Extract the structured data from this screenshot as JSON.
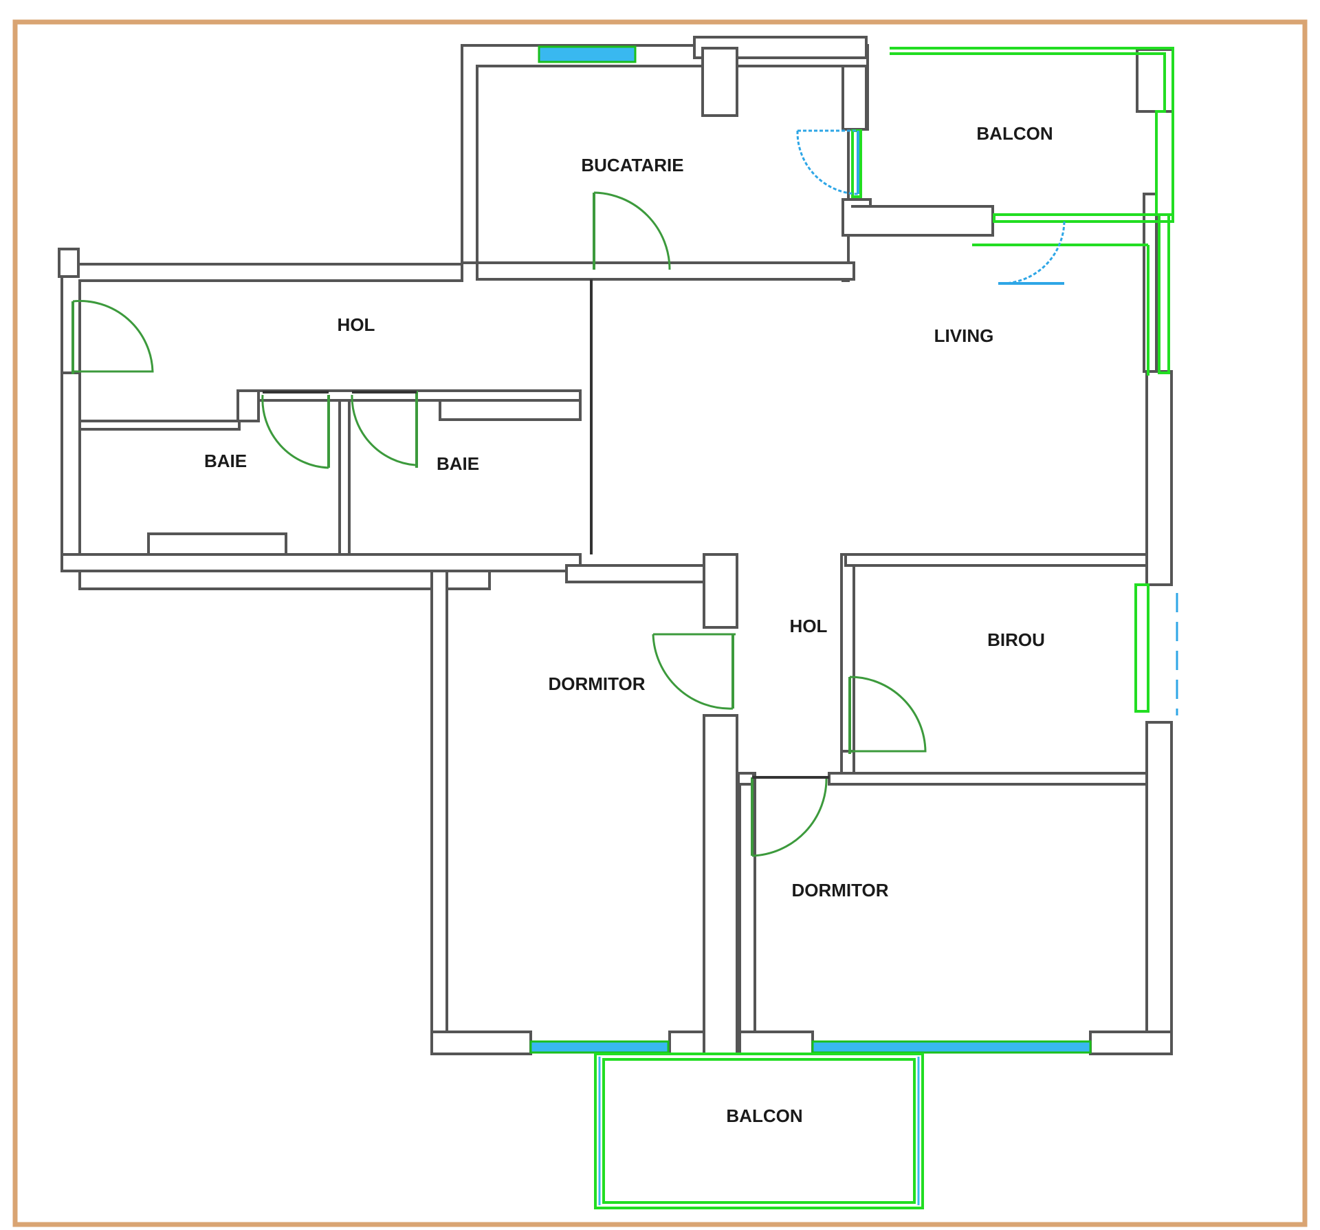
{
  "colors": {
    "frame": "#d9a472",
    "wall": "#555555",
    "door_swing": "#3c9a3c",
    "glazing": "#22dd22",
    "glazing_fill": "#39b8f0"
  },
  "rooms": {
    "bucatarie": "BUCATARIE",
    "balcon_top": "BALCON",
    "hol_main": "HOL",
    "living": "LIVING",
    "baie_left": "BAIE",
    "baie_right": "BAIE",
    "hol_center": "HOL",
    "birou": "BIROU",
    "dormitor_left": "DORMITOR",
    "dormitor_right": "DORMITOR",
    "balcon_bottom": "BALCON"
  }
}
